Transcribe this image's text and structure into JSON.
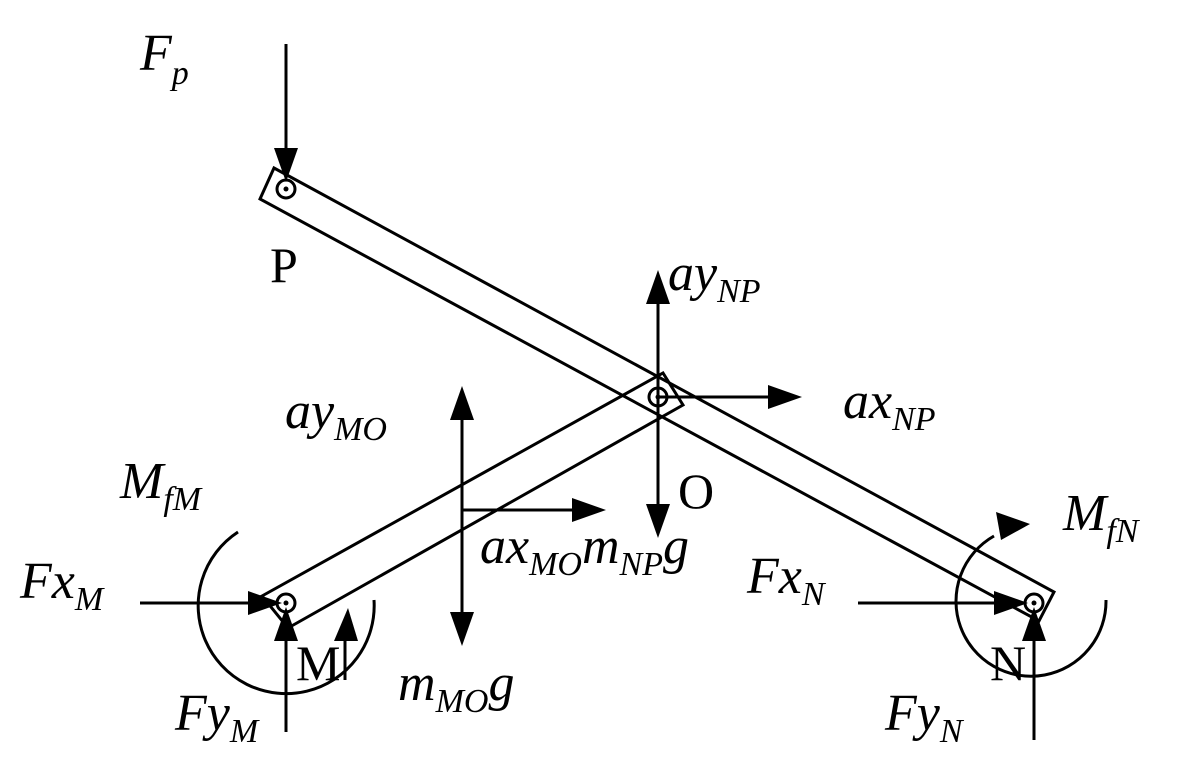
{
  "labels": {
    "F_p": {
      "main": "F",
      "sub": "p"
    },
    "P": "P",
    "O": "O",
    "M": "M",
    "N": "N",
    "ay_NP": {
      "main": "ay",
      "sub": "NP"
    },
    "ax_NP": {
      "main": "ax",
      "sub": "NP"
    },
    "ay_MO": {
      "main": "ay",
      "sub": "MO"
    },
    "ax_MO": {
      "main": "ax",
      "sub": "MO"
    },
    "m_NP_g": {
      "main": "m",
      "sub": "NP",
      "tail": "g"
    },
    "m_MO_g": {
      "main": "m",
      "sub": "MO",
      "tail": "g"
    },
    "M_fM": {
      "main": "M",
      "sub": "fM"
    },
    "M_fN": {
      "main": "M",
      "sub": "fN"
    },
    "Fx_M": {
      "main": "Fx",
      "sub": "M"
    },
    "Fy_M": {
      "main": "Fy",
      "sub": "M"
    },
    "Fx_N": {
      "main": "Fx",
      "sub": "N"
    },
    "Fy_N": {
      "main": "Fy",
      "sub": "N"
    }
  }
}
